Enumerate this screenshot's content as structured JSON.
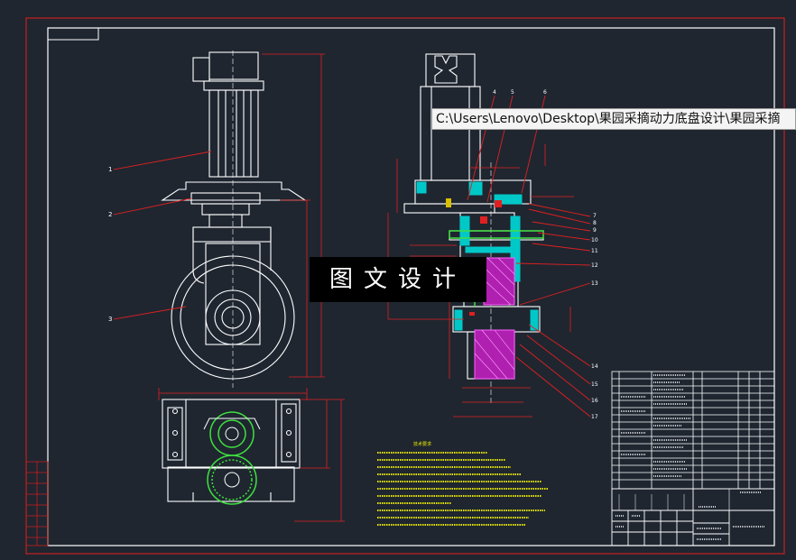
{
  "tooltip": {
    "path_text": "C:\\Users\\Lenovo\\Desktop\\果园采摘动力底盘设计\\果园采摘"
  },
  "watermark": {
    "text": "图文设计"
  },
  "drawing": {
    "colors": {
      "background": "#1f2630",
      "border": "#c81e1e",
      "lines": "#ffffff",
      "leaders": "#e02020",
      "hatch_magenta": "#d040d0",
      "cyan": "#00c8c8",
      "green": "#40e040",
      "notes": "#e6e600"
    },
    "part_callouts_left": [
      "1",
      "2",
      "3"
    ],
    "part_callouts_right": [
      "4",
      "5",
      "6",
      "7",
      "8",
      "9",
      "10",
      "11",
      "12",
      "13",
      "14",
      "15",
      "16",
      "17"
    ],
    "tech_notes_title": "技术要求",
    "tech_notes_count": 11
  }
}
